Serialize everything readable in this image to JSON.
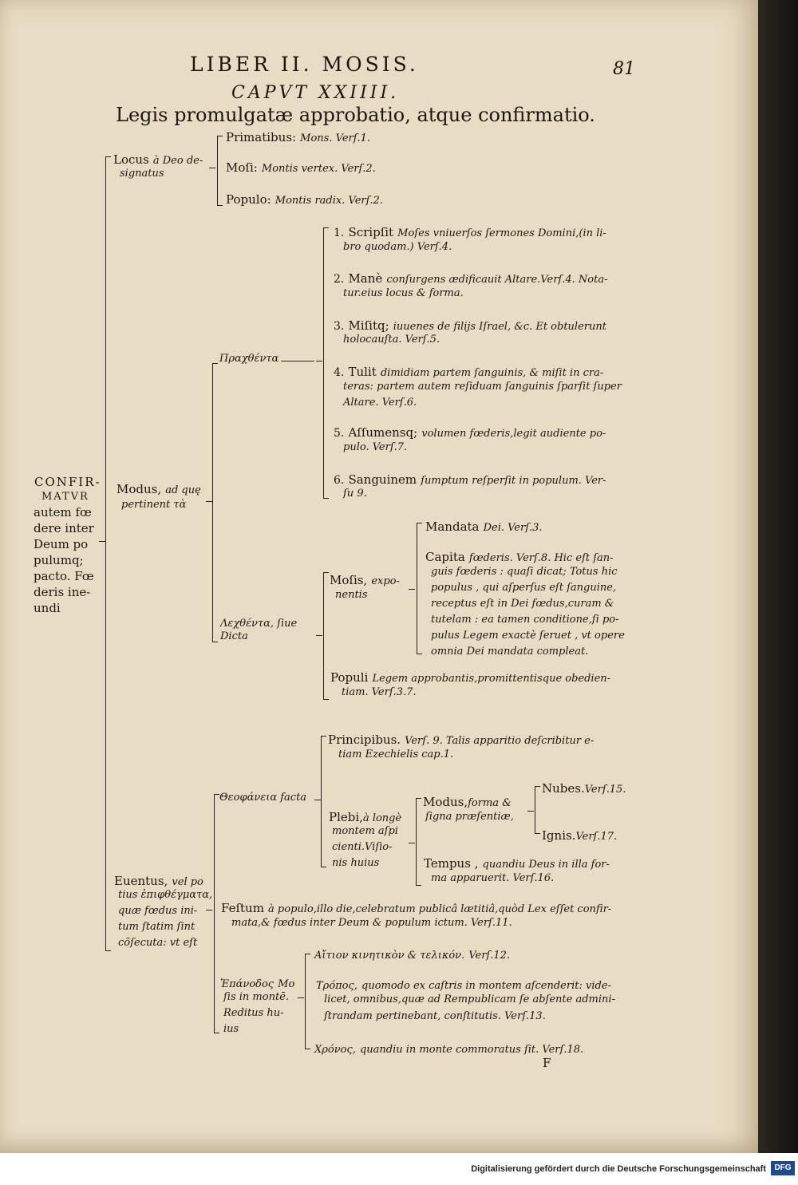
{
  "header": {
    "running_title": "LIBER II. MOSIS.",
    "page_number": "81",
    "chapter": "CAPVT XXIIII.",
    "title": "Legis promulgatæ approbatio, atque confirmatio."
  },
  "root": {
    "l1": "CONFIR-",
    "l2": "MATVR",
    "l3": "autem fœ",
    "l4": "dere inter",
    "l5": "Deum po",
    "l6": "pulumq;",
    "l7": "pacto. Fœ",
    "l8": "deris ine-",
    "l9": "undi"
  },
  "locus": {
    "label_a": "Locus",
    "label_b": "à Deo de-",
    "label_c": "signatus",
    "item1_a": "Primatibus:",
    "item1_b": "Mons. Verſ.1.",
    "item2_a": "Moſi:",
    "item2_b": "Montis vertex. Verſ.2.",
    "item3_a": "Populo:",
    "item3_b": "Montis radix. Verſ.2."
  },
  "modus": {
    "label_a": "Modus,",
    "label_b": "ad quę",
    "label_c": "pertinent τὰ",
    "prachthenta": "Πραχθέντα",
    "items": [
      {
        "n": "1.",
        "a": "Scripſit",
        "b": "Moſes vniuerſos ſermones Domini,(in li-",
        "c": "bro quodam.) Verſ.4."
      },
      {
        "n": "2.",
        "a": "Manè",
        "b": "conſurgens ædificauit Altare.Verſ.4. Nota-",
        "c": "tur.eius locus & forma."
      },
      {
        "n": "3.",
        "a": "Miſitq;",
        "b": "iuuenes de filijs Iſrael, &c. Et obtulerunt",
        "c": "holocauſta. Verſ.5."
      },
      {
        "n": "4.",
        "a": "Tulit",
        "b": "dimidiam partem ſanguinis, & miſit in cra-",
        "c": "teras: partem autem reſiduam ſanguinis ſparſit ſuper",
        "d": "Altare. Verſ.6."
      },
      {
        "n": "5.",
        "a": "Aſſumensq;",
        "b": "volumen fœderis,legit audiente po-",
        "c": "pulo. Verſ.7."
      },
      {
        "n": "6.",
        "a": "Sanguinem",
        "b": "ſumptum reſperſit in populum. Ver-",
        "c": "ſu 9."
      }
    ],
    "lechthenta_a": "Λεχθέντα",
    "lechthenta_b": ", ſiue",
    "lechthenta_c": "Dicta",
    "mosis_a": "Moſis,",
    "mosis_b": "expo-",
    "mosis_c": "nentis",
    "mandata_a": "Mandata",
    "mandata_b": "Dei. Verſ.3.",
    "capita_a": "Capita",
    "capita_b": "fœderis. Verſ.8. Hic eſt ſan-",
    "capita_c": "guis fœderis : quaſi dicat; Totus hic",
    "capita_d": "populus , qui aſperſus eſt ſanguine,",
    "capita_e": "receptus eſt in Dei fœdus,curam &",
    "capita_f": "tutelam : ea tamen conditione,ſi po-",
    "capita_g": "pulus Legem exactè ſeruet , vt opere",
    "capita_h": "omnia Dei mandata compleat.",
    "populi_a": "Populi",
    "populi_b": "Legem approbantis,promittentisque obedien-",
    "populi_c": "tiam. Verſ.3.7."
  },
  "euentus": {
    "label_a": "Euentus,",
    "label_b": "vel po",
    "label_c": "tius ἐπιφθέγματα,",
    "label_d": "quæ fœdus ini-",
    "label_e": "tum ſtatim ſint",
    "label_f": "cõſecuta: vt eſt",
    "theo": "Θεοφάνεια facta",
    "principibus_a": "Principibus.",
    "principibus_b": "Verſ. 9. Talis apparitio deſcribitur e-",
    "principibus_c": "tiam Ezechielis cap.1.",
    "plebi_a": "Plebi,",
    "plebi_b": "à longè",
    "plebi_c": "montem aſpi",
    "plebi_d": "cienti.Viſio-",
    "plebi_e": "nis huius",
    "modus2_a": "Modus,",
    "modus2_b": "forma &",
    "modus2_c": "ſigna præſentiæ,",
    "nubes": "Nubes.",
    "nubes_v": "Verſ.15.",
    "ignis": "Ignis.",
    "ignis_v": "Verſ.17.",
    "tempus_a": "Tempus ,",
    "tempus_b": "quandiu Deus in illa for-",
    "tempus_c": "ma apparuerit. Verſ.16.",
    "festum_a": "Feſtum",
    "festum_b": "à populo,illo die,celebratum publicâ lætitiâ,quòd Lex eſſet confir-",
    "festum_c": "mata,& fœdus inter Deum & populum ictum. Verſ.11.",
    "epanodos_a": "Ἐπάνοδος",
    "epanodos_b": "Mo",
    "epanodos_c": "ſis in montē.",
    "epanodos_d": "Reditus hu-",
    "epanodos_e": "ius",
    "aition_a": "Αἴτιον κινητικὸν & τελικόν.",
    "aition_b": "Verſ.12.",
    "tropos_a": "Τρόπος,",
    "tropos_b": "quomodo ex caſtris in montem aſcenderit: vide-",
    "tropos_c": "licet, omnibus,quæ ad Rempublicam ſe abſente admini-",
    "tropos_d": "ſtrandam pertinebant, conſtitutis. Verſ.13.",
    "chronos_a": "Χρόνος,",
    "chronos_b": "quandiu in monte commoratus ſit. Verſ.18."
  },
  "signature": "F",
  "footer": {
    "credit": "Digitalisierung gefördert durch die Deutsche Forschungsgemeinschaft",
    "logo": "DFG"
  }
}
